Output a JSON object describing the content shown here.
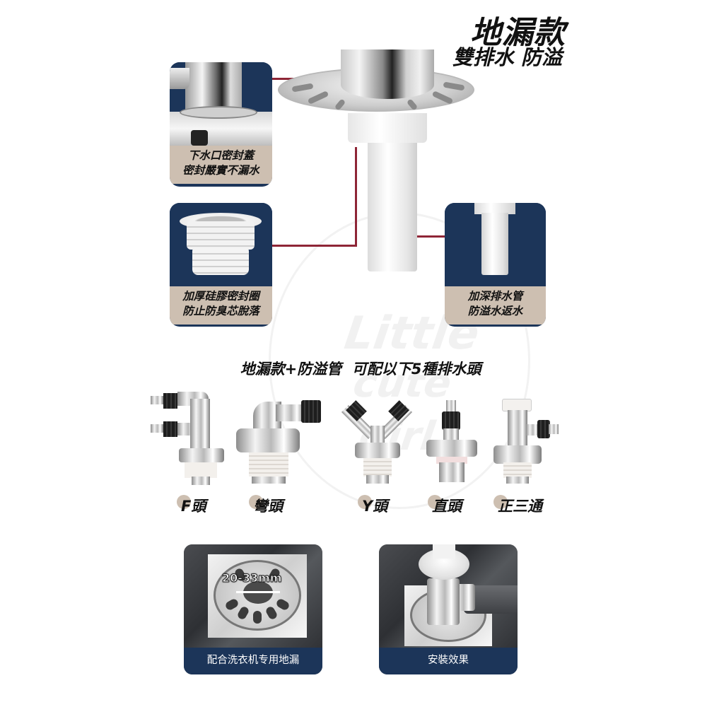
{
  "headline": {
    "title": "地漏款",
    "subtitle": "雙排水 防溢"
  },
  "feature_cards": [
    {
      "id": "seal-cap",
      "lines": [
        "下水口密封蓋",
        "密封嚴實不漏水"
      ]
    },
    {
      "id": "silicone-ring",
      "lines": [
        "加厚硅膠密封圈",
        "防止防臭芯脫落"
      ]
    },
    {
      "id": "deep-pipe",
      "lines": [
        "加深排水管",
        "防溢水返水"
      ]
    }
  ],
  "section": {
    "title": "地漏款+防溢管  可配以下5種排水頭"
  },
  "fittings": [
    {
      "id": "f-head",
      "label": "F頭"
    },
    {
      "id": "elbow-head",
      "label": "彎頭"
    },
    {
      "id": "y-head",
      "label": "Y頭"
    },
    {
      "id": "straight-head",
      "label": "直頭"
    },
    {
      "id": "tee",
      "label": "正三通"
    }
  ],
  "photos": [
    {
      "id": "compatible-drain",
      "caption": "配合洗衣机专用地漏",
      "dimension": "20-33mm"
    },
    {
      "id": "installed-effect",
      "caption": "安裝效果"
    }
  ],
  "watermark": {
    "line1": "Little",
    "line2": "cute",
    "line3": "girl"
  },
  "colors": {
    "navy": "#1c3559",
    "beige": "#cdbfb1",
    "connector_red": "#8e2536",
    "text": "#111111"
  }
}
